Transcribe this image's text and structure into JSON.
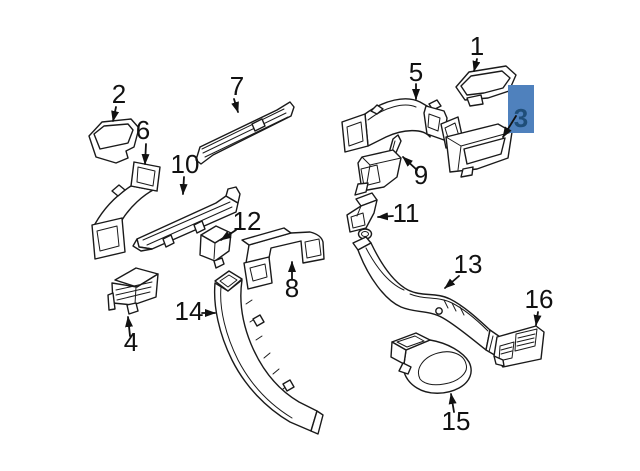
{
  "colors": {
    "background": "#ffffff",
    "line_art": "#1a1a1a",
    "callout_text": "#111111",
    "highlight_box": "#4f81bd",
    "highlight_text": "#1f4e79"
  },
  "callouts": [
    {
      "number": "1",
      "highlighted": false
    },
    {
      "number": "2",
      "highlighted": false
    },
    {
      "number": "3",
      "highlighted": true
    },
    {
      "number": "4",
      "highlighted": false
    },
    {
      "number": "5",
      "highlighted": false
    },
    {
      "number": "6",
      "highlighted": false
    },
    {
      "number": "7",
      "highlighted": false
    },
    {
      "number": "8",
      "highlighted": false
    },
    {
      "number": "9",
      "highlighted": false
    },
    {
      "number": "10",
      "highlighted": false
    },
    {
      "number": "11",
      "highlighted": false
    },
    {
      "number": "12",
      "highlighted": false
    },
    {
      "number": "13",
      "highlighted": false
    },
    {
      "number": "14",
      "highlighted": false
    },
    {
      "number": "15",
      "highlighted": false
    },
    {
      "number": "16",
      "highlighted": false
    }
  ]
}
